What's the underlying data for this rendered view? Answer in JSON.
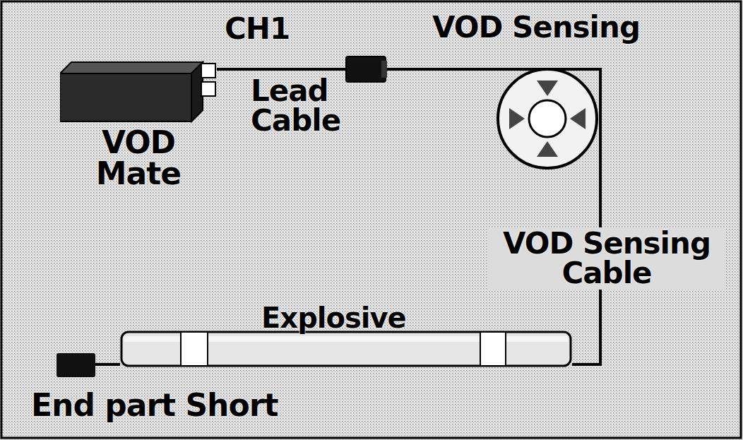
{
  "diagram": {
    "nodes": [
      {
        "text": [
          "VOD Mate"
        ]
      },
      {
        "text": [
          "Explosive"
        ]
      }
    ],
    "edges": [
      {
        "from": 0,
        "to": 1,
        "arrow": "none"
      }
    ],
    "labels": [
      "CH1",
      "Lead Cable",
      "VOD Sensing",
      "VOD Sensing Cable",
      "End part Short"
    ]
  }
}
